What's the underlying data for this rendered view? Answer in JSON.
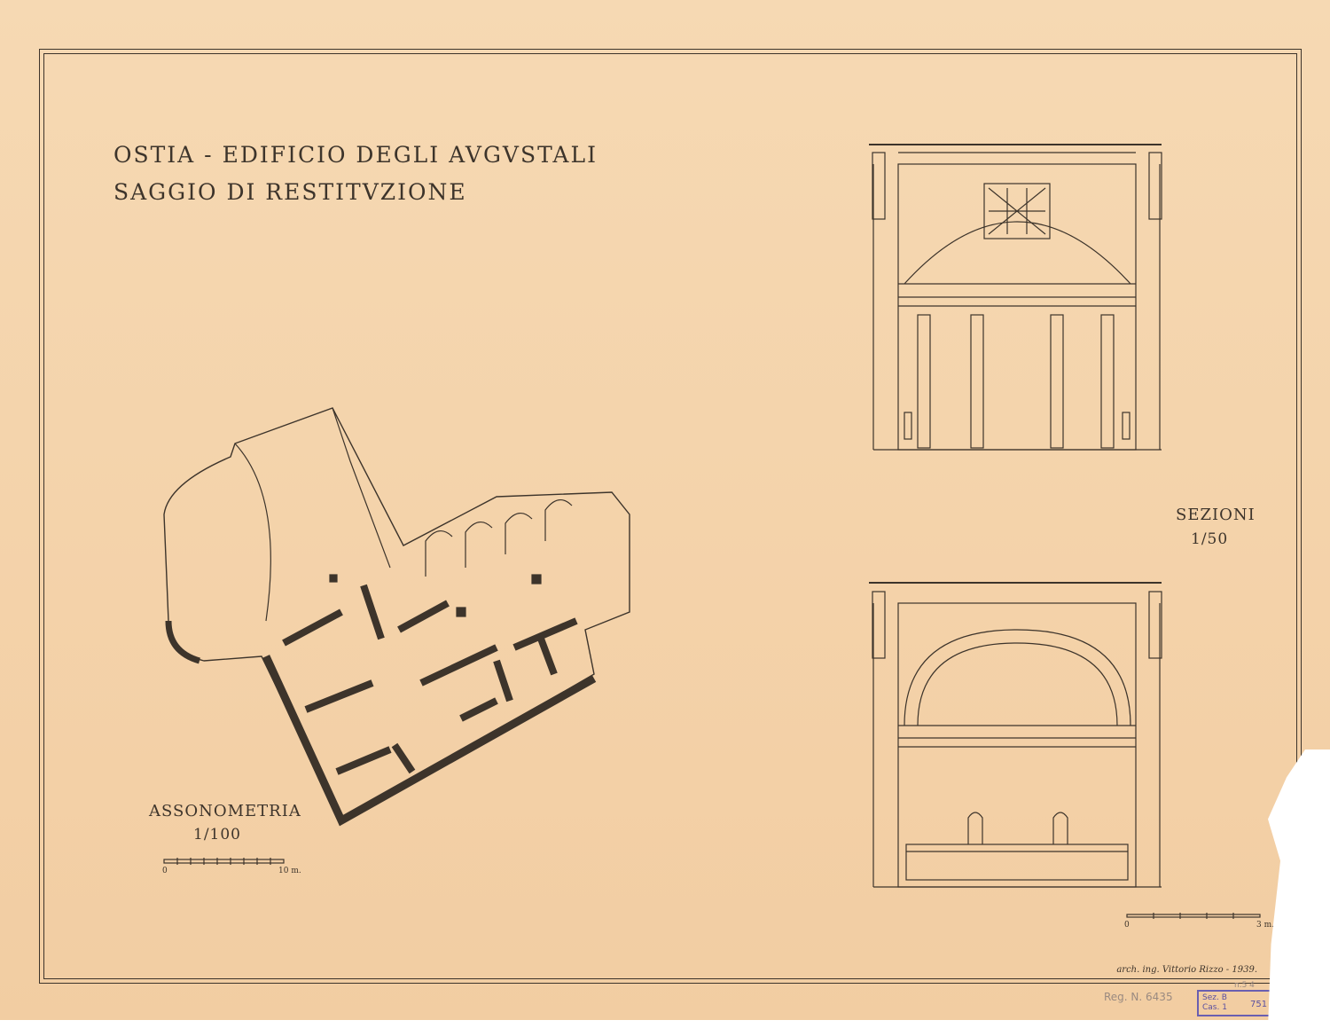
{
  "title": {
    "line1": "OSTIA - EDIFICIO DEGLI AVGVSTALI",
    "line2": "SAGGIO DI RESTITVZIONE"
  },
  "sections": {
    "label": "SEZIONI",
    "scale": "1/50",
    "scale_bar": {
      "start": "0",
      "end": "3 m."
    }
  },
  "axonometry": {
    "label": "ASSONOMETRIA",
    "scale": "1/100",
    "scale_bar": {
      "start": "0",
      "end": "10 m."
    }
  },
  "signature": "arch. ing. Vittorio Rizzo - 1939.",
  "registry": "Reg. N. 6435",
  "stamp": {
    "sez": "Sez. B",
    "cas": "Cas. 1",
    "number": "751",
    "note": "n.5 4"
  },
  "colors": {
    "paper": "#f4d2a8",
    "ink": "#3d342b",
    "stamp": "#5a4fa0"
  }
}
